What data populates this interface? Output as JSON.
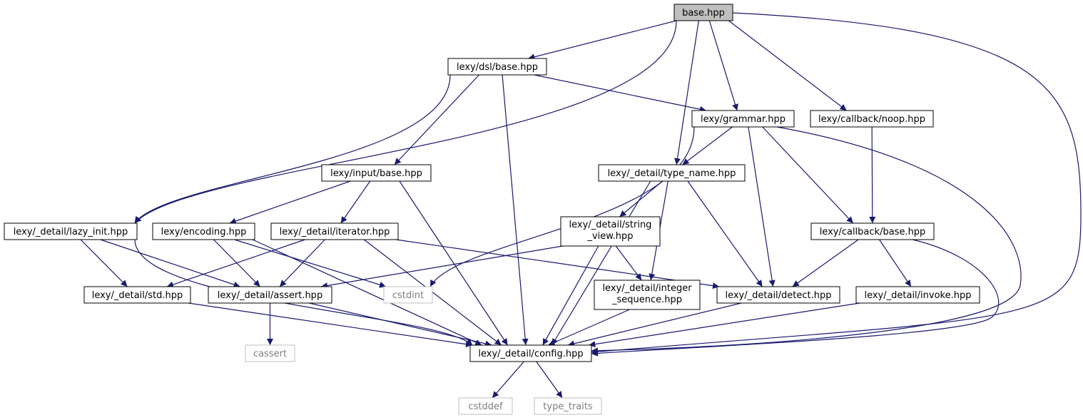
{
  "colors": {
    "edge": "#191970",
    "root_fill": "#bfbfbf",
    "ext_border": "#bfbfbf",
    "ext_text": "#7f7f7f"
  },
  "nodes": {
    "base": {
      "label": "base.hpp"
    },
    "dsl_base": {
      "label": "lexy/dsl/base.hpp"
    },
    "grammar": {
      "label": "lexy/grammar.hpp"
    },
    "callback_noop": {
      "label": "lexy/callback/noop.hpp"
    },
    "input_base": {
      "label": "lexy/input/base.hpp"
    },
    "type_name": {
      "label": "lexy/_detail/type_name.hpp"
    },
    "lazy_init": {
      "label": "lexy/_detail/lazy_init.hpp"
    },
    "encoding": {
      "label": "lexy/encoding.hpp"
    },
    "iterator": {
      "label": "lexy/_detail/iterator.hpp"
    },
    "string_view": {
      "label": [
        "lexy/_detail/string",
        "_view.hpp"
      ]
    },
    "callback_base": {
      "label": "lexy/callback/base.hpp"
    },
    "std": {
      "label": "lexy/_detail/std.hpp"
    },
    "assert": {
      "label": "lexy/_detail/assert.hpp"
    },
    "cstdint": {
      "label": "cstdint"
    },
    "integer_sequence": {
      "label": [
        "lexy/_detail/integer",
        "_sequence.hpp"
      ]
    },
    "detect": {
      "label": "lexy/_detail/detect.hpp"
    },
    "invoke": {
      "label": "lexy/_detail/invoke.hpp"
    },
    "cassert": {
      "label": "cassert"
    },
    "config": {
      "label": "lexy/_detail/config.hpp"
    },
    "cstddef": {
      "label": "cstddef"
    },
    "type_traits": {
      "label": "type_traits"
    }
  },
  "edges": [
    [
      "base",
      "dsl_base"
    ],
    [
      "base",
      "grammar"
    ],
    [
      "base",
      "callback_noop"
    ],
    [
      "base",
      "type_name"
    ],
    [
      "base",
      "lazy_init"
    ],
    [
      "base",
      "config"
    ],
    [
      "dsl_base",
      "grammar"
    ],
    [
      "dsl_base",
      "input_base"
    ],
    [
      "dsl_base",
      "lazy_init"
    ],
    [
      "dsl_base",
      "config"
    ],
    [
      "grammar",
      "type_name"
    ],
    [
      "grammar",
      "callback_base"
    ],
    [
      "grammar",
      "detect"
    ],
    [
      "grammar",
      "cstdint"
    ],
    [
      "grammar",
      "config"
    ],
    [
      "callback_noop",
      "callback_base"
    ],
    [
      "input_base",
      "encoding"
    ],
    [
      "input_base",
      "iterator"
    ],
    [
      "input_base",
      "config"
    ],
    [
      "type_name",
      "string_view"
    ],
    [
      "type_name",
      "integer_sequence"
    ],
    [
      "type_name",
      "detect"
    ],
    [
      "type_name",
      "config"
    ],
    [
      "lazy_init",
      "std"
    ],
    [
      "lazy_init",
      "assert"
    ],
    [
      "lazy_init",
      "config"
    ],
    [
      "encoding",
      "assert"
    ],
    [
      "encoding",
      "cstdint"
    ],
    [
      "encoding",
      "config"
    ],
    [
      "iterator",
      "std"
    ],
    [
      "iterator",
      "assert"
    ],
    [
      "iterator",
      "detect"
    ],
    [
      "iterator",
      "config"
    ],
    [
      "string_view",
      "assert"
    ],
    [
      "string_view",
      "integer_sequence"
    ],
    [
      "string_view",
      "config"
    ],
    [
      "callback_base",
      "detect"
    ],
    [
      "callback_base",
      "invoke"
    ],
    [
      "callback_base",
      "config"
    ],
    [
      "std",
      "config"
    ],
    [
      "assert",
      "cassert"
    ],
    [
      "assert",
      "config"
    ],
    [
      "integer_sequence",
      "config"
    ],
    [
      "detect",
      "config"
    ],
    [
      "invoke",
      "config"
    ],
    [
      "config",
      "cstddef"
    ],
    [
      "config",
      "type_traits"
    ]
  ]
}
